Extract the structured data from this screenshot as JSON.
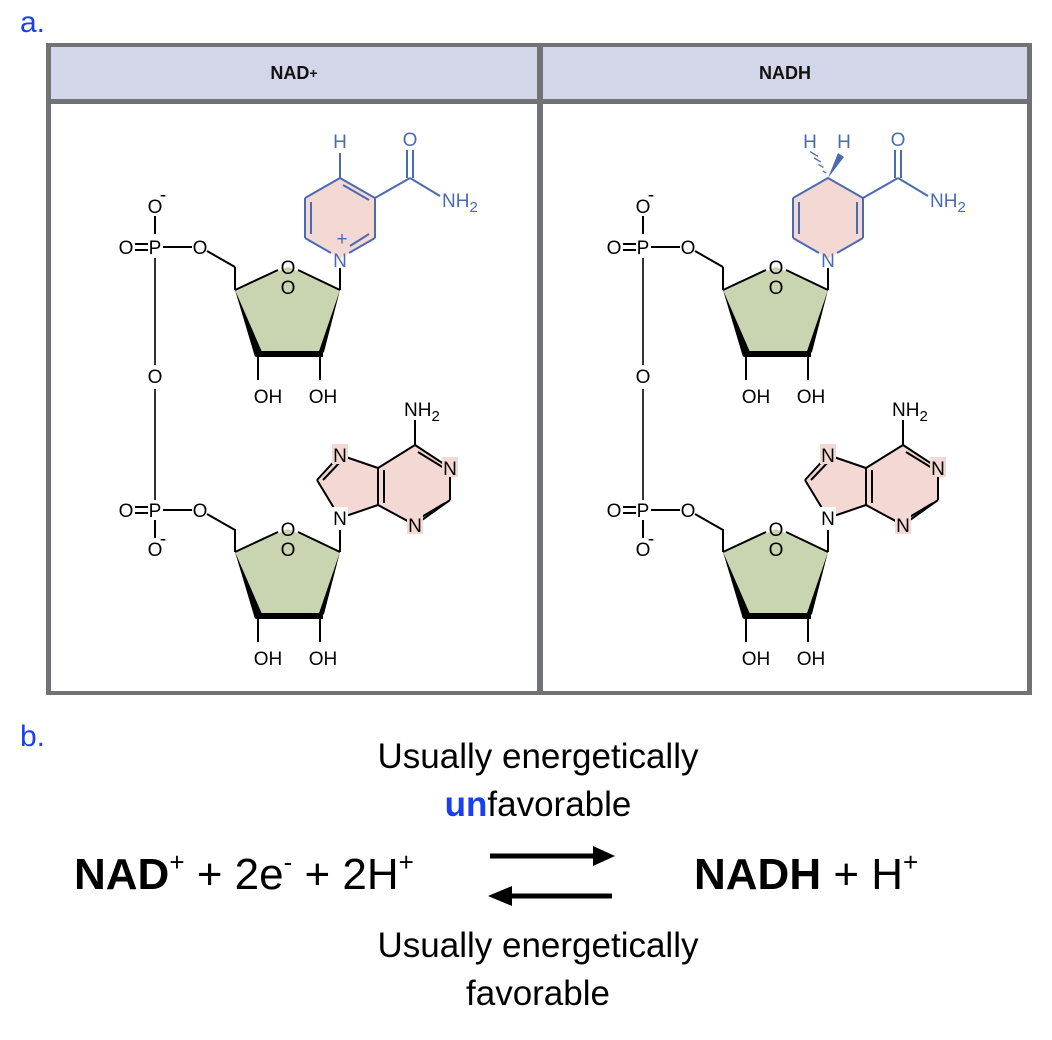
{
  "panel_labels": {
    "a": "a.",
    "b": "b."
  },
  "table": {
    "columns": [
      {
        "header": "NAD",
        "header_sup": "+"
      },
      {
        "header": "NADH",
        "header_sup": ""
      }
    ]
  },
  "molecules": {
    "nad_plus": {
      "nicotinamide_ring_H": "H",
      "nicotinamide_N": "N",
      "nicotinamide_N_charge": "+",
      "amide_O": "O",
      "amide_NH2": "NH",
      "amide_NH2_sub": "2",
      "phosphate_O_minus": "O",
      "phosphate_charge": "-",
      "phosphate_double_O": "O",
      "phosphate_P": "P",
      "ester_O": "O",
      "ring_O": "O",
      "bridge_O": "O",
      "hydroxyl": "OH",
      "adenine_N": "N",
      "adenine_NH2": "NH",
      "adenine_NH2_sub": "2"
    },
    "nadh": {
      "ring_H_hash": "H",
      "ring_H_wedge": "H",
      "nicotinamide_N": "N",
      "amide_O": "O",
      "amide_NH2": "NH",
      "amide_NH2_sub": "2"
    }
  },
  "colors": {
    "accent_blue": "#1a3ff0",
    "nicotinamide_blue": "#4b6bb0",
    "ribose_fill": "#c9d5b0",
    "base_fill": "#f3d8d4",
    "header_fill": "#d3d6e8",
    "border_gray": "#717276"
  },
  "equation": {
    "condition_top_line1": "Usually energetically",
    "condition_top_prefix": "un",
    "condition_top_line2": "favorable",
    "condition_bottom_line1": "Usually energetically",
    "condition_bottom_line2": "favorable",
    "left_nad": "NAD",
    "left_nad_sup": "+",
    "left_plus1": " + 2e",
    "left_e_sup": "-",
    "left_plus2": " + 2H",
    "left_h_sup": "+",
    "right_nadh": "NADH",
    "right_plus": " + H",
    "right_h_sup": "+",
    "forward_arrow": "right-arrow",
    "reverse_arrow": "left-arrow"
  }
}
